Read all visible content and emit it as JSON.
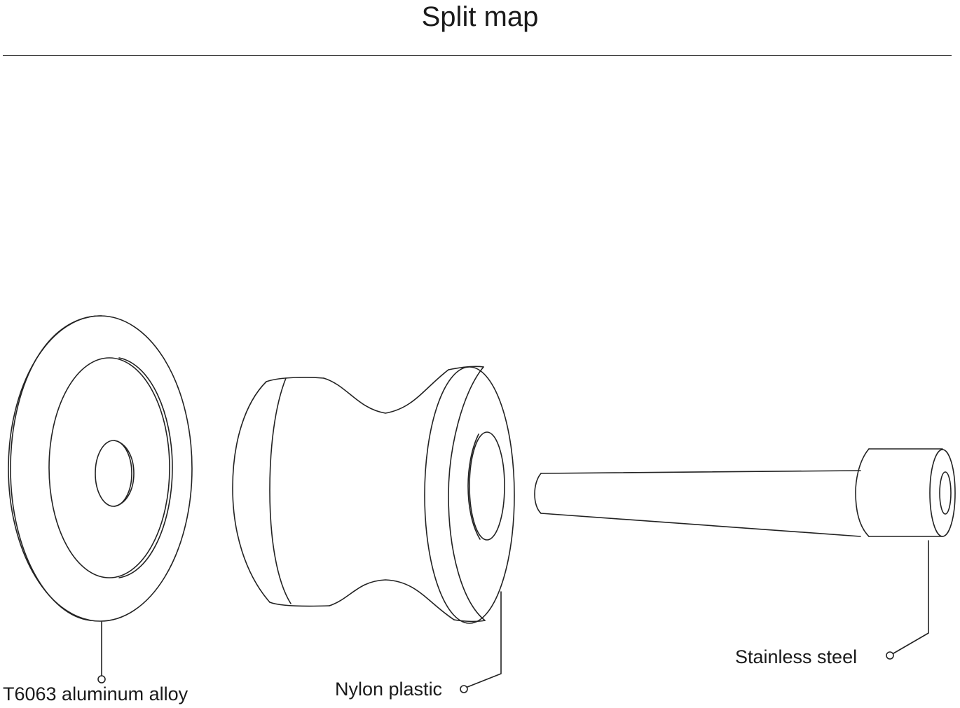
{
  "title": "Split map",
  "parts": [
    {
      "id": "washer",
      "label": "T6063 aluminum alloy"
    },
    {
      "id": "spool",
      "label": "Nylon plastic"
    },
    {
      "id": "bolt",
      "label": "Stainless steel"
    }
  ],
  "colors": {
    "line": "#222222",
    "background": "#ffffff"
  }
}
